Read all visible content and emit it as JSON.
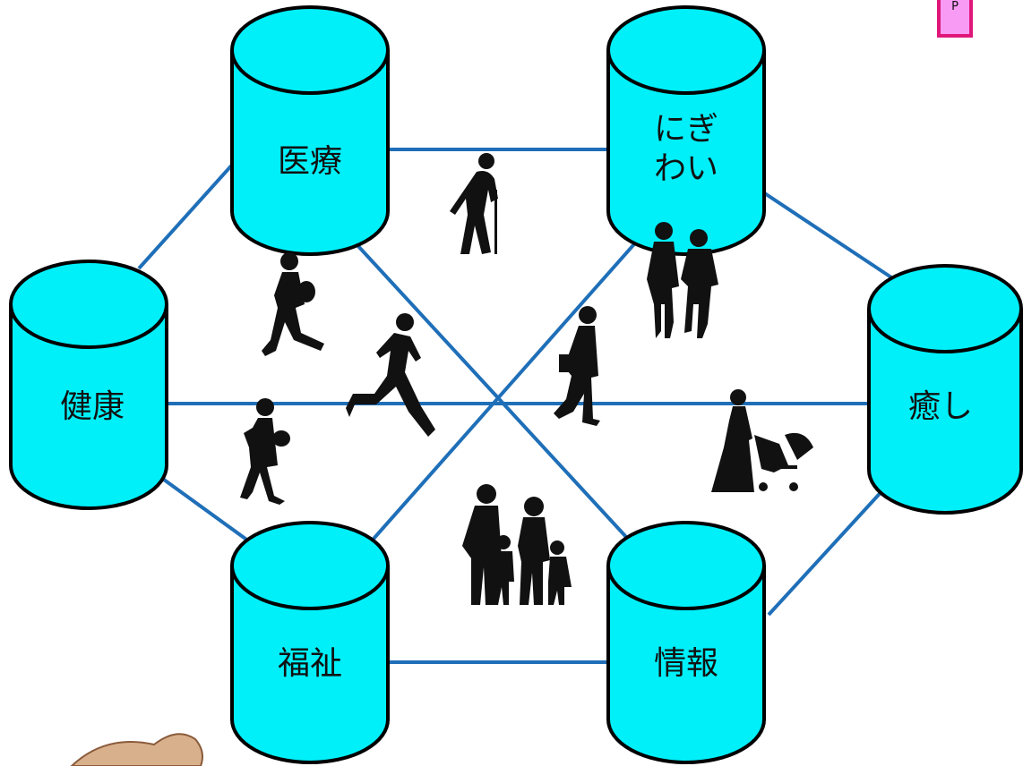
{
  "badge": {
    "label": "P"
  },
  "nodes": [
    {
      "id": "iryo",
      "label": "医療"
    },
    {
      "id": "nigiwai",
      "label": "にぎ\nわい"
    },
    {
      "id": "kenko",
      "label": "健康"
    },
    {
      "id": "iyashi",
      "label": "癒し"
    },
    {
      "id": "fukushi",
      "label": "福祉"
    },
    {
      "id": "joho",
      "label": "情報"
    }
  ],
  "colors": {
    "cylinder_fill": "#00f0fa",
    "cylinder_stroke": "#000000",
    "connector": "#1f6fb8",
    "silhouette": "#111111",
    "mascot": "#d9b08c",
    "badge_fill": "#f79bf4",
    "badge_border": "#e0177a"
  },
  "icons": [
    "elderly-walker-icon",
    "walking-woman-icon",
    "couple-icon",
    "running-woman-icon",
    "walking-man-icon",
    "phone-woman-icon",
    "stroller-woman-icon",
    "family-icon",
    "mascot-icon"
  ]
}
